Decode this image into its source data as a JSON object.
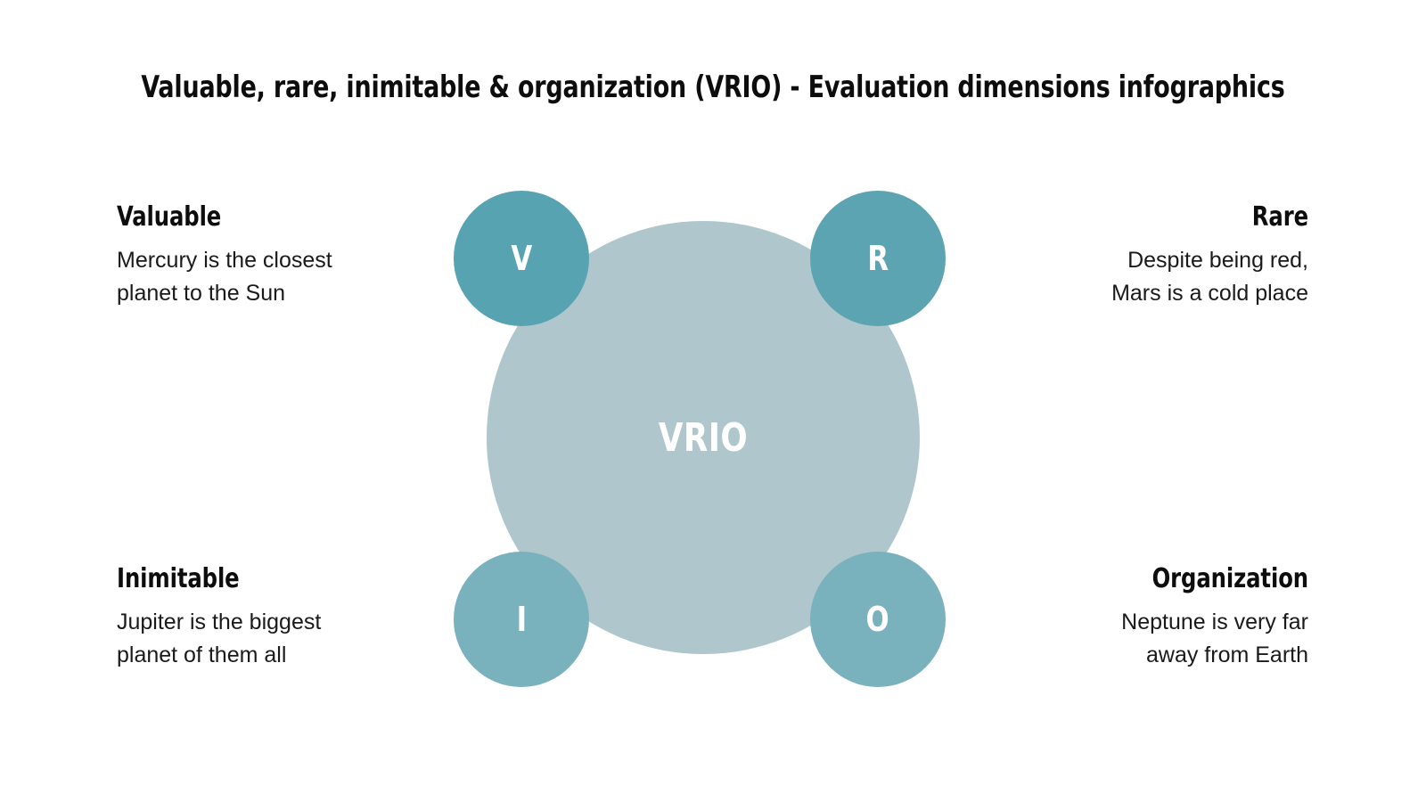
{
  "title": "Valuable, rare, inimitable & organization (VRIO) - Evaluation dimensions infographics",
  "diagram": {
    "type": "vrio-four-quadrant",
    "core_label": "VRIO",
    "colors": {
      "core": "#aec6cc",
      "node_v": "#57a3b2",
      "node_r": "#5ca4b1",
      "node_i": "#79b2bd",
      "node_o": "#79b2bd",
      "background": "#ffffff",
      "text": "#0d0d0d",
      "node_text": "#ffffff"
    },
    "nodes": [
      {
        "key": "V",
        "letter": "V",
        "heading": "Valuable",
        "body": "Mercury is the closest\nplanet to the Sun",
        "position": "top-left"
      },
      {
        "key": "R",
        "letter": "R",
        "heading": "Rare",
        "body": "Despite being red,\nMars is a cold place",
        "position": "top-right"
      },
      {
        "key": "I",
        "letter": "I",
        "heading": "Inimitable",
        "body": "Jupiter is the biggest\nplanet of them all",
        "position": "bottom-left"
      },
      {
        "key": "O",
        "letter": "O",
        "heading": "Organization",
        "body": "Neptune is very far\naway from Earth",
        "position": "bottom-right"
      }
    ]
  }
}
